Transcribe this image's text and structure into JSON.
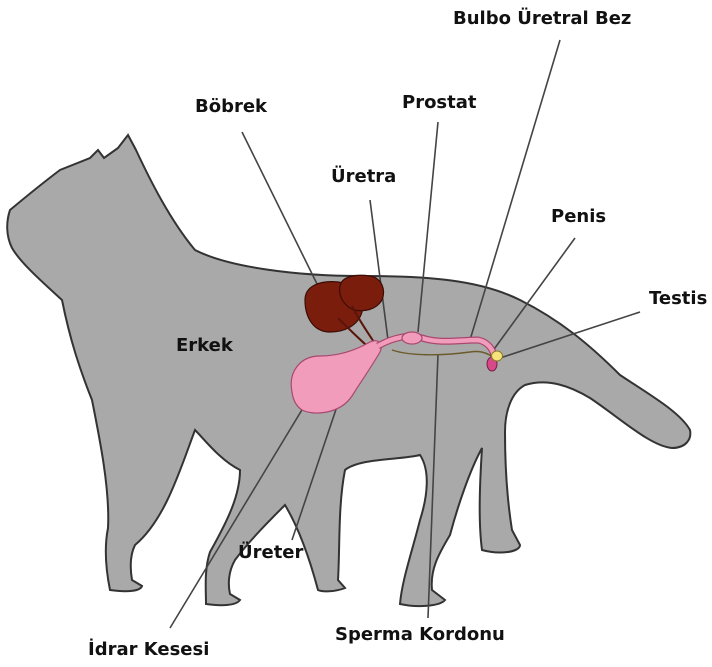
{
  "title": "",
  "sex_label": "Erkek",
  "labels": {
    "bulbo": "Bulbo Üretral Bez",
    "bobrek": "Böbrek",
    "prostat": "Prostat",
    "uretra": "Üretra",
    "penis": "Penis",
    "testis": "Testis",
    "ureter": "Üreter",
    "idrar": "İdrar Kesesi",
    "sperma": "Sperma Kordonu"
  },
  "colors": {
    "body": "#a9a9a9",
    "outline": "#333333",
    "kidney": "#7b1d0d",
    "bladder": "#f29cbc",
    "testis": "#f6e27a",
    "line": "#444444"
  }
}
